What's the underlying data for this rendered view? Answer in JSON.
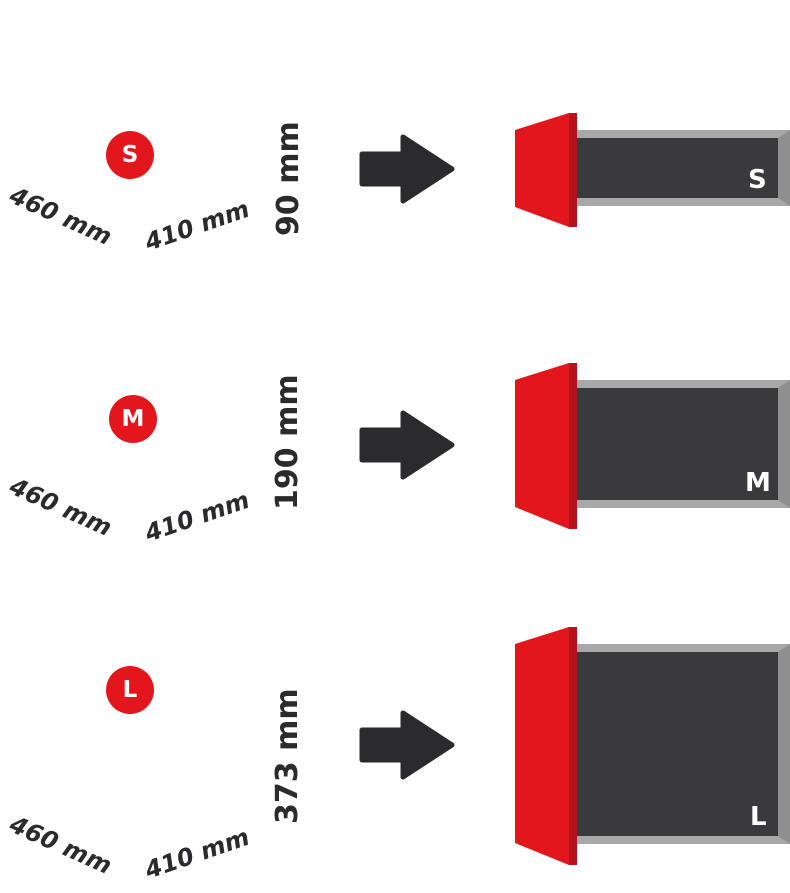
{
  "drawers": [
    {
      "size_letter": "S",
      "depth_label": "460 mm",
      "width_label": "410 mm",
      "height_label": "90 mm"
    },
    {
      "size_letter": "M",
      "depth_label": "460 mm",
      "width_label": "410 mm",
      "height_label": "190 mm"
    },
    {
      "size_letter": "L",
      "depth_label": "460 mm",
      "width_label": "410 mm",
      "height_label": "373 mm"
    }
  ],
  "colors": {
    "accent": "#e3161c",
    "accent_dark": "#b5121a",
    "drawer_body": "#3a3a3c",
    "drawer_frame": "#a8a8a8",
    "text": "#2b2b2e"
  }
}
